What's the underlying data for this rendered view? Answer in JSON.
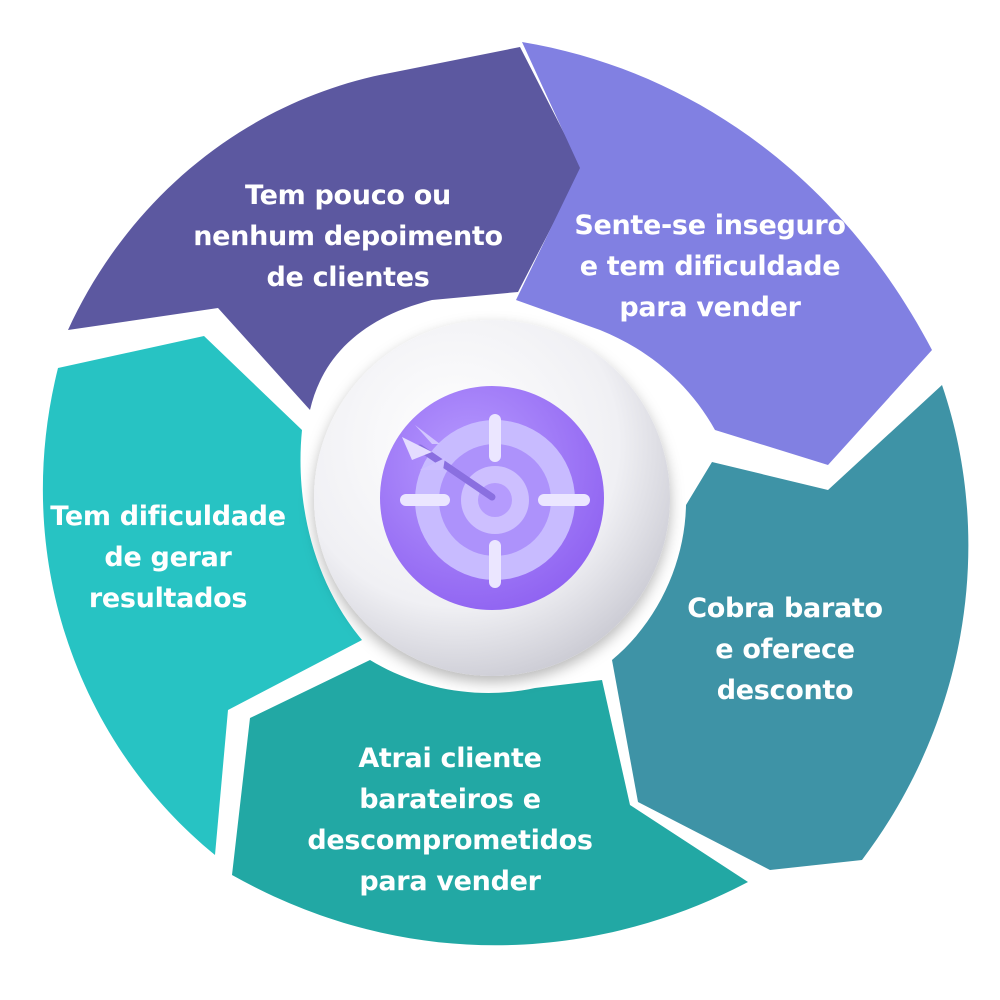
{
  "colors": {
    "segment_1": "#5c58a0",
    "segment_2": "#8180e2",
    "segment_3": "#3e93a6",
    "segment_4": "#22a8a4",
    "segment_5": "#27c3c3",
    "text": "#ffffff",
    "target_accent": "#a88af8"
  },
  "segments": [
    {
      "lines": [
        "Tem pouco ou",
        "nenhum depoimento",
        "de clientes"
      ]
    },
    {
      "lines": [
        "Sente-se inseguro",
        "e tem dificuldade",
        "para vender"
      ]
    },
    {
      "lines": [
        "Cobra barato",
        "e oferece",
        "desconto"
      ]
    },
    {
      "lines": [
        "Atrai cliente",
        "barateiros e",
        "descomprometidos",
        "para vender"
      ]
    },
    {
      "lines": [
        "Tem dificuldade",
        "de gerar",
        "resultados"
      ]
    }
  ],
  "center_icon": "target-with-arrow-icon"
}
